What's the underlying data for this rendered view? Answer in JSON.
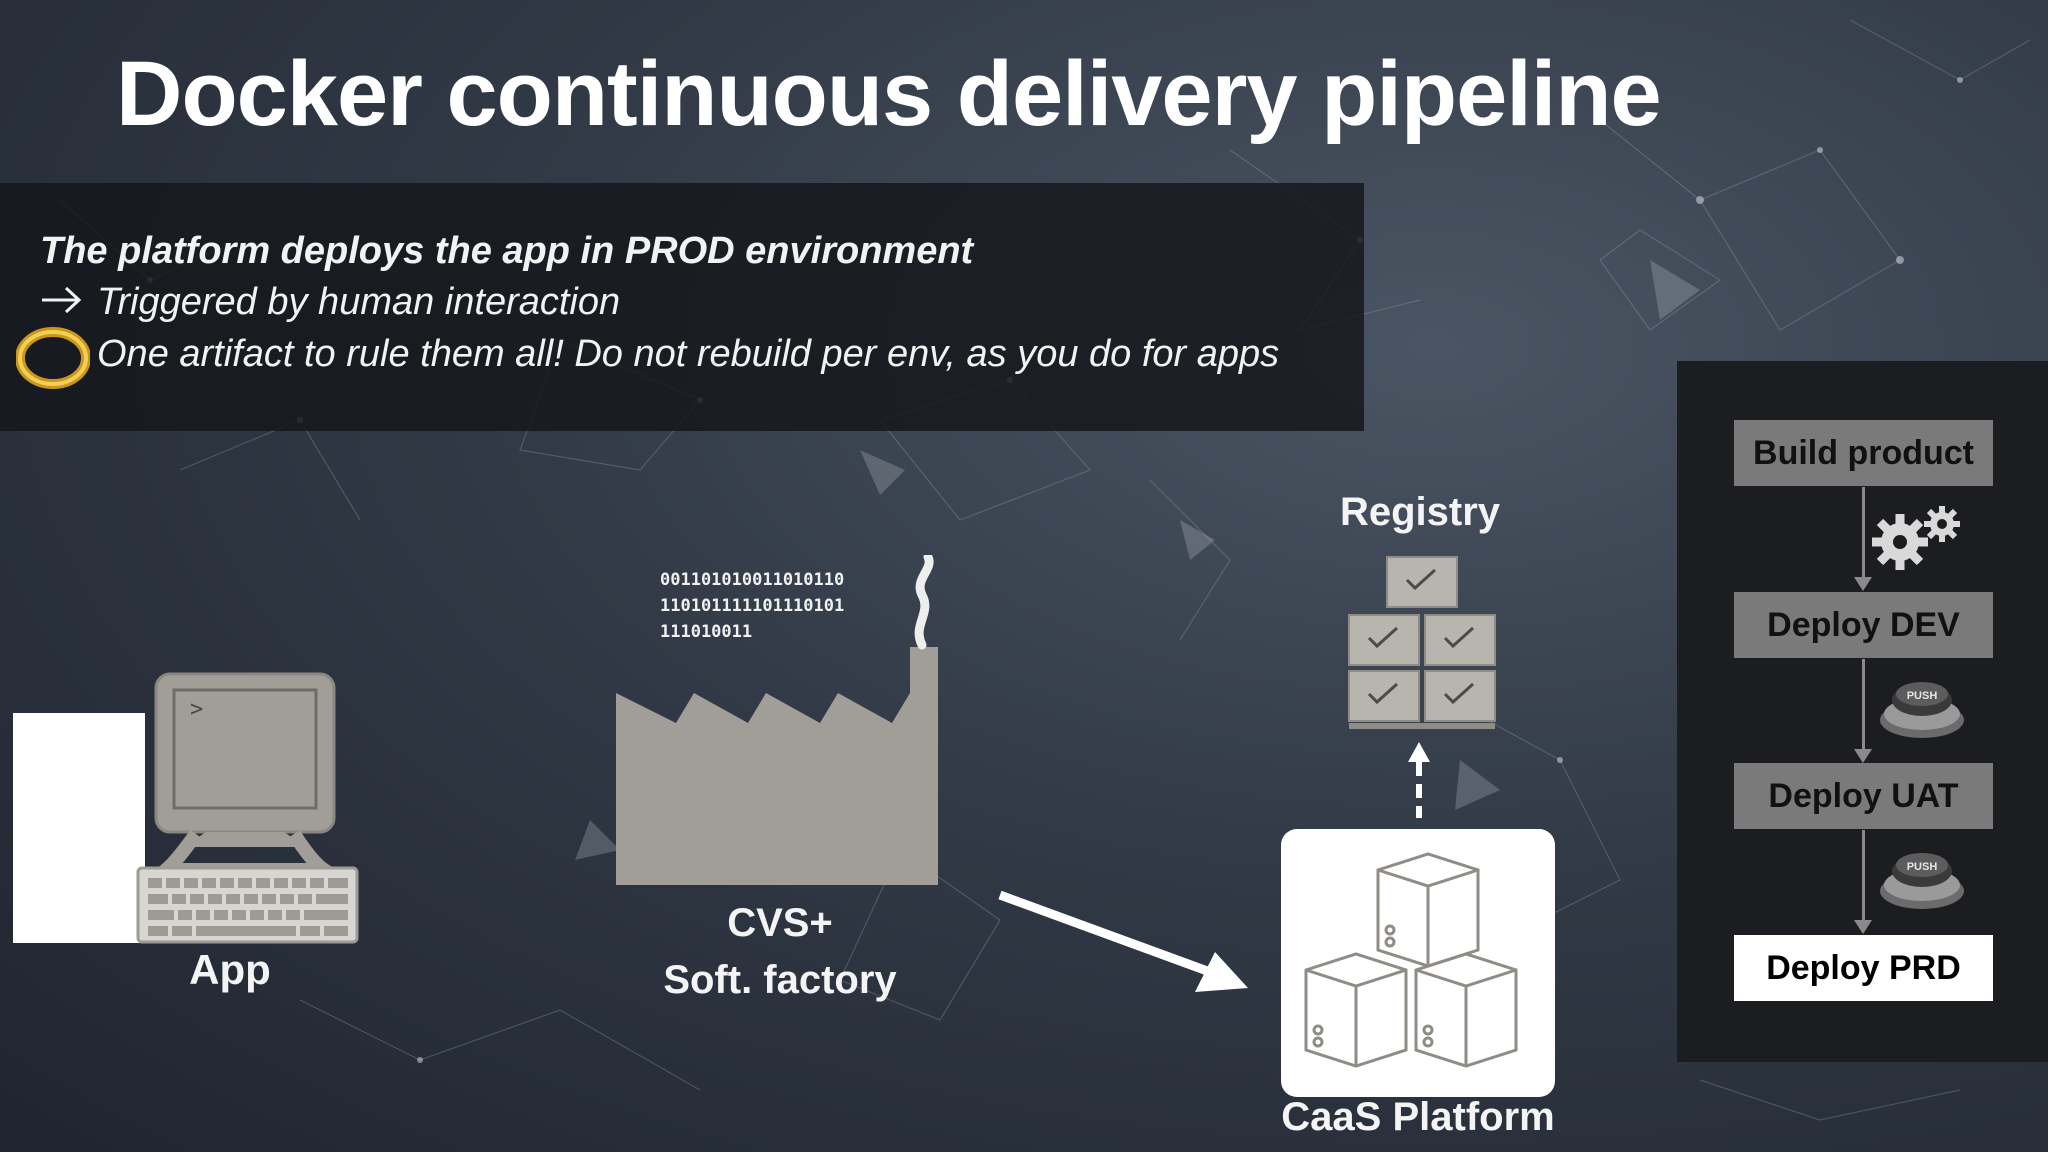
{
  "slide": {
    "title": "Docker continuous delivery pipeline"
  },
  "description": {
    "heading": "The platform deploys the app in PROD environment",
    "line1": "Triggered by human interaction",
    "line2": "One artifact to rule them all! Do not rebuild per env, as you do for apps"
  },
  "diagram": {
    "app_label": "App",
    "factory_label_1": "CVS+",
    "factory_label_2": "Soft. factory",
    "binary_lines": [
      "001101010011010110",
      "110101111101110101",
      "111010011"
    ],
    "registry_label": "Registry",
    "caas_label": "CaaS Platform",
    "terminal_prompt": ">"
  },
  "pipeline": {
    "steps": [
      {
        "label": "Build product",
        "active": false
      },
      {
        "label": "Deploy DEV",
        "active": false
      },
      {
        "label": "Deploy UAT",
        "active": false
      },
      {
        "label": "Deploy PRD",
        "active": true
      }
    ],
    "push_label": "PUSH"
  },
  "colors": {
    "background": "#323a47",
    "panel": "#1b1d20",
    "step": "#7a7a7a",
    "step_active": "#ffffff",
    "icon_gray": "#a19e98"
  }
}
